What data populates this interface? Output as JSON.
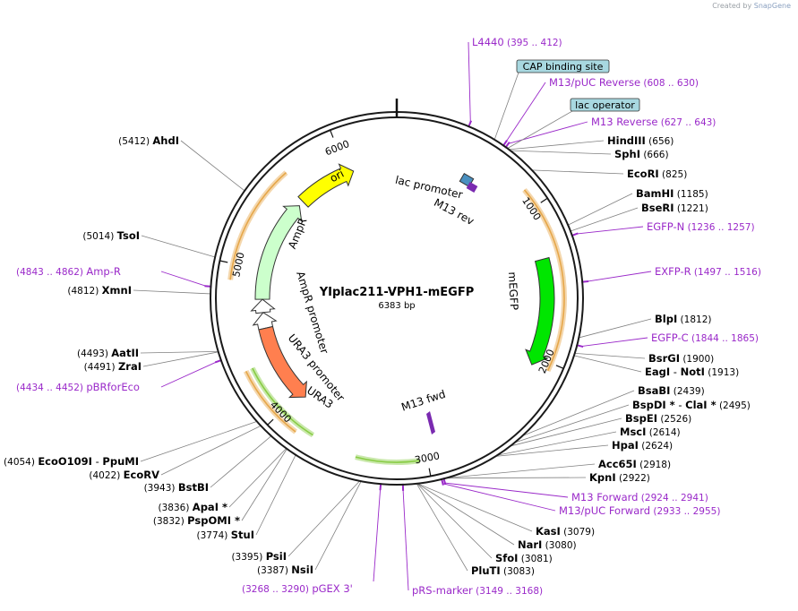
{
  "watermark": {
    "prefix": "Created by",
    "brand": "SnapGene"
  },
  "plasmid": {
    "name": "YIplac211-VPH1-mEGFP",
    "size_label": "6383 bp",
    "length_bp": 6383
  },
  "colors": {
    "backbone": "#1a1a1a",
    "primer": "#9a29c9",
    "site_label": "#000000",
    "feature_box": "#a8d8e0",
    "ori": "#ffff00",
    "ampr": "#ccffcc",
    "promoter": "#ffffff",
    "ura3": "#ff7f4f",
    "egfp": "#00e600",
    "misc_arc": "#e6a74a",
    "primer_arc": "#88cc44"
  },
  "ticks": [
    {
      "bp": 1000,
      "label": "1000"
    },
    {
      "bp": 2000,
      "label": "2000"
    },
    {
      "bp": 3000,
      "label": "3000"
    },
    {
      "bp": 4000,
      "label": "4000"
    },
    {
      "bp": 5000,
      "label": "5000"
    },
    {
      "bp": 6000,
      "label": "6000"
    }
  ],
  "features": [
    {
      "name": "ori",
      "start": 5600,
      "end": 6050,
      "color_key": "ori",
      "direction": "cw"
    },
    {
      "name": "AmpR",
      "start": 4780,
      "end": 5560,
      "color_key": "ampr",
      "direction": "cw"
    },
    {
      "name": "AmpR promoter",
      "start": 4680,
      "end": 4780,
      "color_key": "promoter",
      "direction": "cw"
    },
    {
      "name": "URA3 promoter",
      "start": 4560,
      "end": 4680,
      "color_key": "promoter",
      "direction": "cw"
    },
    {
      "name": "URA3",
      "start": 3950,
      "end": 4560,
      "color_key": "ura3",
      "direction": "ccw"
    },
    {
      "name": "mEGFP",
      "start": 1330,
      "end": 2060,
      "color_key": "egfp",
      "direction": "cw"
    }
  ],
  "inner_labels": [
    {
      "text": "ori"
    },
    {
      "text": "AmpR"
    },
    {
      "text": "AmpR promoter"
    },
    {
      "text": "URA3 promoter"
    },
    {
      "text": "URA3"
    },
    {
      "text": "mEGFP"
    },
    {
      "text": "lac promoter"
    },
    {
      "text": "M13 rev"
    },
    {
      "text": "M13 fwd"
    }
  ],
  "left_sites": [
    {
      "name": "AhdI",
      "pos": "(5412)",
      "bp": 5412
    },
    {
      "name": "TsoI",
      "pos": "(5014)",
      "bp": 5014
    },
    {
      "name": "XmnI",
      "pos": "(4812)",
      "bp": 4812
    },
    {
      "name": "AatII",
      "pos": "(4493)",
      "bp": 4493
    },
    {
      "name": "ZraI",
      "pos": "(4491)",
      "bp": 4491
    },
    {
      "name": "EcoO109I",
      "name2": "PpuMI",
      "pos": "(4054)",
      "bp": 4054
    },
    {
      "name": "EcoRV",
      "pos": "(4022)",
      "bp": 4022
    },
    {
      "name": "BstBI",
      "pos": "(3943)",
      "bp": 3943
    },
    {
      "name": "ApaI *",
      "pos": "(3836)",
      "bp": 3836
    },
    {
      "name": "PspOMI *",
      "pos": "(3832)",
      "bp": 3832
    },
    {
      "name": "StuI",
      "pos": "(3774)",
      "bp": 3774
    },
    {
      "name": "PsiI",
      "pos": "(3395)",
      "bp": 3395
    },
    {
      "name": "NsiI",
      "pos": "(3387)",
      "bp": 3387
    }
  ],
  "right_sites": [
    {
      "name": "HindIII",
      "pos": "(656)",
      "bp": 656
    },
    {
      "name": "SphI",
      "pos": "(666)",
      "bp": 666
    },
    {
      "name": "EcoRI",
      "pos": "(825)",
      "bp": 825
    },
    {
      "name": "BamHI",
      "pos": "(1185)",
      "bp": 1185
    },
    {
      "name": "BseRI",
      "pos": "(1221)",
      "bp": 1221
    },
    {
      "name": "BlpI",
      "pos": "(1812)",
      "bp": 1812
    },
    {
      "name": "BsrGI",
      "pos": "(1900)",
      "bp": 1900
    },
    {
      "name": "EagI",
      "name2": "NotI",
      "pos": "(1913)",
      "bp": 1913
    },
    {
      "name": "BsaBI",
      "pos": "(2439)",
      "bp": 2439
    },
    {
      "name": "BspDI *",
      "name2": "ClaI *",
      "pos": "(2495)",
      "bp": 2495
    },
    {
      "name": "BspEI",
      "pos": "(2526)",
      "bp": 2526
    },
    {
      "name": "MscI",
      "pos": "(2614)",
      "bp": 2614
    },
    {
      "name": "HpaI",
      "pos": "(2624)",
      "bp": 2624
    },
    {
      "name": "Acc65I",
      "pos": "(2918)",
      "bp": 2918
    },
    {
      "name": "KpnI",
      "pos": "(2922)",
      "bp": 2922
    },
    {
      "name": "KasI",
      "pos": "(3079)",
      "bp": 3079
    },
    {
      "name": "NarI",
      "pos": "(3080)",
      "bp": 3080
    },
    {
      "name": "SfoI",
      "pos": "(3081)",
      "bp": 3081
    },
    {
      "name": "PluTI",
      "pos": "(3083)",
      "bp": 3083
    }
  ],
  "primers": [
    {
      "name": "L4440",
      "range": "(395 .. 412)",
      "bp": 403
    },
    {
      "name": "M13/pUC Reverse",
      "range": "(608 .. 630)",
      "bp": 619
    },
    {
      "name": "M13 Reverse",
      "range": "(627 .. 643)",
      "bp": 635
    },
    {
      "name": "EGFP-N",
      "range": "(1236 .. 1257)",
      "bp": 1246
    },
    {
      "name": "EXFP-R",
      "range": "(1497 .. 1516)",
      "bp": 1506
    },
    {
      "name": "EGFP-C",
      "range": "(1844 .. 1865)",
      "bp": 1854
    },
    {
      "name": "M13 Forward",
      "range": "(2924 .. 2941)",
      "bp": 2932
    },
    {
      "name": "M13/pUC Forward",
      "range": "(2933 .. 2955)",
      "bp": 2944
    },
    {
      "name": "pRS-marker",
      "range": "(3149 .. 3168)",
      "bp": 3158
    },
    {
      "name": "pGEX 3'",
      "range": "(3268 .. 3290)",
      "bp": 3279
    },
    {
      "name": "pBRforEco",
      "range": "(4434 .. 4452)",
      "bp": 4443
    },
    {
      "name": "Amp-R",
      "range": "(4843 .. 4862)",
      "bp": 4852
    }
  ],
  "boxed_features": [
    {
      "name": "CAP binding site",
      "bp": 560
    },
    {
      "name": "lac operator",
      "bp": 648
    }
  ]
}
